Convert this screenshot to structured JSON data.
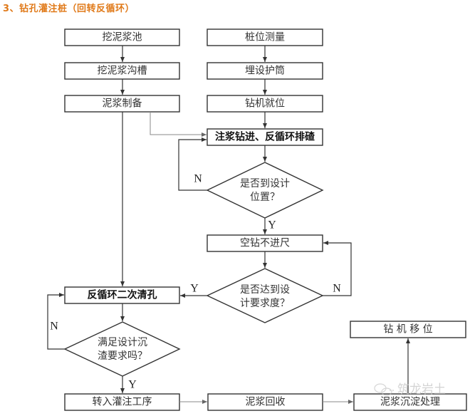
{
  "title": "3、钻孔灌注桩（回转反循环）",
  "nodes": {
    "dig_pit": "挖泥浆池",
    "dig_trench": "挖泥浆沟槽",
    "mud_prep": "泥浆制备",
    "pile_survey": "桩位测量",
    "casing": "埋设护筒",
    "rig_position": "钻机就位",
    "drilling": "注浆钻进、反循环排碴",
    "depth_check_line1": "是否到设计",
    "depth_check_line2": "位置？",
    "idle_drill": "空钻不进尺",
    "req_check_line1": "是否达到设",
    "req_check_line2": "计要求度？",
    "second_clean": "反循环二次清孔",
    "sediment_check_line1": "满足设计沉",
    "sediment_check_line2": "渣要求吗？",
    "to_pouring": "转入灌注工序",
    "mud_recovery": "泥浆回收",
    "mud_settle": "泥浆沉淀处理",
    "rig_move": "钻 机 移 位"
  },
  "labels": {
    "n1": "N",
    "y1": "Y",
    "y2": "Y",
    "n2": "N",
    "n3": "N",
    "y3": "Y"
  },
  "watermark": "筑龙岩土",
  "colors": {
    "title": "#e07a1a",
    "stroke": "#333333",
    "watermark": "#cccccc"
  }
}
